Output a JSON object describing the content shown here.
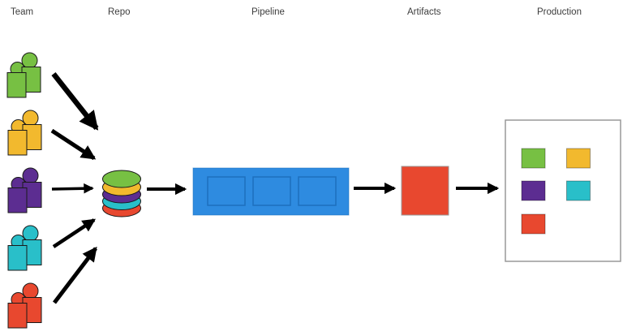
{
  "columns": [
    {
      "label": "Team"
    },
    {
      "label": "Repo"
    },
    {
      "label": "Pipeline"
    },
    {
      "label": "Artifacts"
    },
    {
      "label": "Production"
    }
  ],
  "palette": {
    "green": "#77C043",
    "yellow": "#F2B92E",
    "purple": "#5C2D91",
    "cyan": "#29BFC9",
    "red": "#E8482F",
    "pipeline_blue": "#2E8BE0",
    "pipeline_inner_border": "#1D6FBE",
    "arrow_black": "#000000",
    "box_border_gray": "#999999",
    "outline_dark": "#1A1A1A",
    "label_text": "#3D3D3D",
    "background": "#FFFFFF"
  },
  "team": {
    "members": [
      {
        "id": "team-green",
        "color": "green"
      },
      {
        "id": "team-yellow",
        "color": "yellow"
      },
      {
        "id": "team-purple",
        "color": "purple"
      },
      {
        "id": "team-cyan",
        "color": "cyan"
      },
      {
        "id": "team-red",
        "color": "red"
      }
    ]
  },
  "repo": {
    "icon": "database-icon",
    "disc_colors_top_to_bottom": [
      "green",
      "yellow",
      "purple",
      "cyan",
      "red"
    ]
  },
  "pipeline": {
    "stage_count": 3,
    "color": "pipeline_blue"
  },
  "artifacts": {
    "color": "red"
  },
  "production": {
    "deployed_items": [
      {
        "color": "green",
        "row": 0,
        "col": 0
      },
      {
        "color": "yellow",
        "row": 0,
        "col": 1
      },
      {
        "color": "purple",
        "row": 1,
        "col": 0
      },
      {
        "color": "cyan",
        "row": 1,
        "col": 1
      },
      {
        "color": "red",
        "row": 2,
        "col": 0
      }
    ]
  }
}
